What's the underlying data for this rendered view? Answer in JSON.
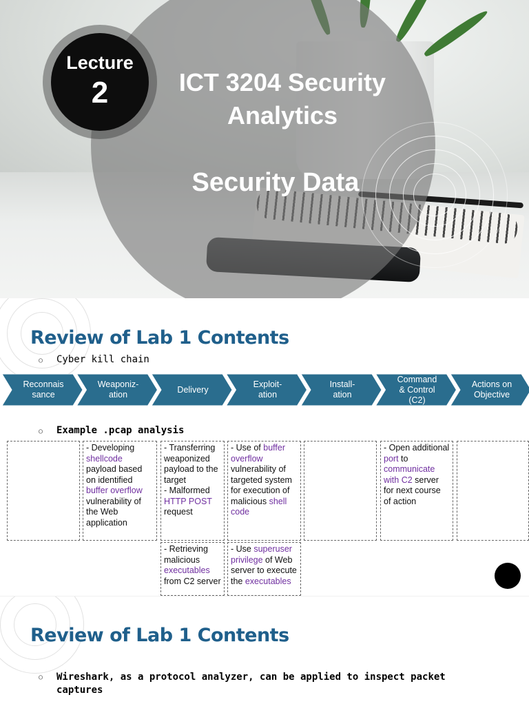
{
  "slide1": {
    "badge_word": "Lecture",
    "badge_number": "2",
    "course_line1": "ICT 3204 Security",
    "course_line2": "Analytics",
    "topic": "Security Data"
  },
  "slide2": {
    "heading": "Review of Lab 1 Contents",
    "bullet1": "Cyber kill chain",
    "bullet2": "Example .pcap analysis",
    "kill_chain": [
      {
        "line1": "Reconnais",
        "line2": "sance",
        "line3": ""
      },
      {
        "line1": "Weaponiz-",
        "line2": "ation",
        "line3": ""
      },
      {
        "line1": "Delivery",
        "line2": "",
        "line3": ""
      },
      {
        "line1": "Exploit-",
        "line2": "ation",
        "line3": ""
      },
      {
        "line1": "Install-",
        "line2": "ation",
        "line3": ""
      },
      {
        "line1": "Command",
        "line2": "& Control",
        "line3": "(C2)"
      },
      {
        "line1": "Actions on",
        "line2": "Objective",
        "line3": ""
      }
    ],
    "chevron_color": "#2a6d8e",
    "highlight_color": "#7030a0"
  },
  "cells": {
    "weaponization": [
      {
        "t": "- Developing ",
        "h": false
      },
      {
        "t": "shellcode",
        "h": true
      },
      {
        "t": " payload based on identified ",
        "h": false
      },
      {
        "t": "buffer overflow",
        "h": true
      },
      {
        "t": " vulnerability of the Web application",
        "h": false
      }
    ],
    "delivery_1": [
      {
        "t": "- Transferring weaponized payload to the target",
        "h": false
      },
      {
        "t": "\n- Malformed ",
        "h": false
      },
      {
        "t": "HTTP POST",
        "h": true
      },
      {
        "t": " request",
        "h": false
      }
    ],
    "exploitation_1": [
      {
        "t": "- Use of ",
        "h": false
      },
      {
        "t": "buffer overflow",
        "h": true
      },
      {
        "t": " vulnerability of targeted system for execution of malicious ",
        "h": false
      },
      {
        "t": "shell code",
        "h": true
      }
    ],
    "c2": [
      {
        "t": "- Open additional ",
        "h": false
      },
      {
        "t": "port",
        "h": true
      },
      {
        "t": " to ",
        "h": false
      },
      {
        "t": "communicate with C2",
        "h": true
      },
      {
        "t": " server for next course of action",
        "h": false
      }
    ],
    "delivery_2": [
      {
        "t": "- Retrieving malicious ",
        "h": false
      },
      {
        "t": "executables",
        "h": true
      },
      {
        "t": " from C2 server",
        "h": false
      }
    ],
    "exploitation_2": [
      {
        "t": "- Use ",
        "h": false
      },
      {
        "t": "superuser privilege",
        "h": true
      },
      {
        "t": " of Web server to execute the ",
        "h": false
      },
      {
        "t": "executables",
        "h": true
      }
    ]
  },
  "slide3": {
    "heading": "Review of Lab 1 Contents",
    "bullet1_line1": "Wireshark, as a protocol analyzer, can be applied to inspect packet",
    "bullet1_line2": "captures"
  }
}
